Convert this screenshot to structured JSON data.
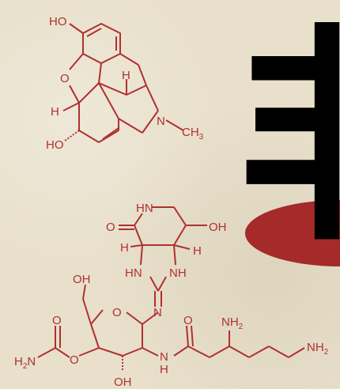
{
  "colors": {
    "background": "#e8e0cb",
    "molecule_1": "#b03030",
    "molecule_2": "#b03030",
    "glyph": "#000000",
    "ellipse": "#a52a2a"
  },
  "morphine": {
    "ho_top": "HO",
    "o_ring": "O",
    "h_left": "H",
    "h_bridge": "H",
    "n": "N",
    "ch3": "CH",
    "ch3_sub": "3",
    "ho_bottom": "HO"
  },
  "glyph_char": "非",
  "saxitoxin": {
    "hn_top": "HN",
    "o_ketone": "O",
    "oh_right": "OH",
    "h_left": "H",
    "h_right": "H",
    "hn_left": "HN",
    "nh_right": "NH",
    "n_imine": "N",
    "oh_top": "OH",
    "o_ring": "O",
    "o_carbonyl_left": "O",
    "h2n_left": "H",
    "h2n_sub": "2",
    "h2n_n": "N",
    "o_ester": "O",
    "oh_bottom": "OH",
    "nh_amide": "N",
    "nh_amide_h": "H",
    "o_amide": "O",
    "nh2_top": "NH",
    "nh2_top_sub": "2",
    "nh2_right": "NH",
    "nh2_right_sub": "2"
  }
}
